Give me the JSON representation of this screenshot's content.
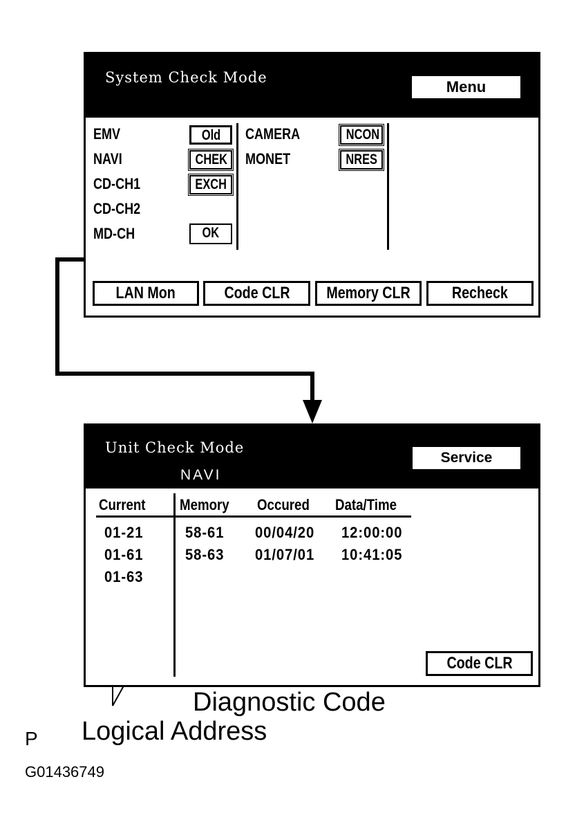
{
  "system_check": {
    "title": "System Check Mode",
    "menu_button": "Menu",
    "units_left": [
      {
        "name": "EMV",
        "status": "Old"
      },
      {
        "name": "NAVI",
        "status": "CHEK"
      },
      {
        "name": "CD-CH1",
        "status": "EXCH"
      },
      {
        "name": "CD-CH2",
        "status": ""
      },
      {
        "name": "MD-CH",
        "status": "OK"
      }
    ],
    "units_right": [
      {
        "name": "CAMERA",
        "status": "NCON"
      },
      {
        "name": "MONET",
        "status": "NRES"
      }
    ],
    "buttons": [
      "LAN Mon",
      "Code CLR",
      "Memory CLR",
      "Recheck"
    ]
  },
  "unit_check": {
    "title": "Unit Check Mode",
    "unit": "NAVI",
    "service_button": "Service",
    "columns": [
      "Current",
      "Memory",
      "Occured",
      "Data/Time"
    ],
    "current": [
      "01-21",
      "01-61",
      "01-63"
    ],
    "memory_rows": [
      {
        "memory": "58-61",
        "occured": "00/04/20",
        "datetime": "12:00:00"
      },
      {
        "memory": "58-63",
        "occured": "01/07/01",
        "datetime": "10:41:05"
      }
    ],
    "code_clr_button": "Code CLR"
  },
  "callouts": {
    "diagnostic_code": "Diagnostic Code",
    "logical_address": "Logical Address"
  },
  "figure_letter": "P",
  "figure_id": "G01436749"
}
